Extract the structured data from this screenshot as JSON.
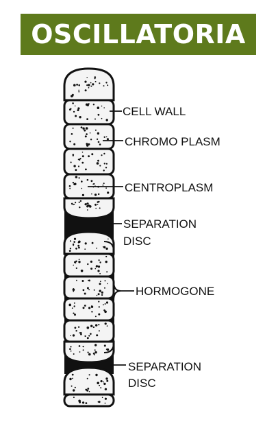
{
  "title": "OSCILLATORIA",
  "labels": {
    "cell_wall": "CELL WALL",
    "chromoplasm": "CHROMO PLASM",
    "centroplasm": "CENTROPLASM",
    "separation_disc_top_1": "SEPARATION",
    "separation_disc_top_2": "DISC",
    "hormogone": "HORMOGONE",
    "separation_disc_bottom_1": "SEPARATION",
    "separation_disc_bottom_2": "DISC"
  },
  "colors": {
    "banner": "#5e7a1c",
    "banner_text": "#ffffff",
    "ink": "#111111",
    "cell_fill": "#f4f4f4"
  }
}
